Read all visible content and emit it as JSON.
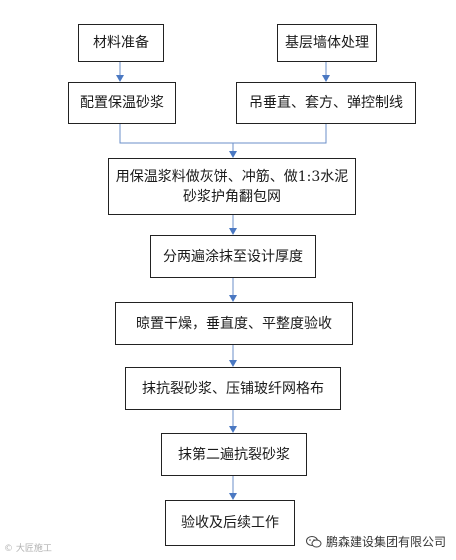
{
  "steps": {
    "material_prep": "材料准备",
    "base_wall": "基层墙体处理",
    "mix_mortar": "配置保温砂浆",
    "plumb_lines": "吊垂直、套方、弹控制线",
    "cakes_line1": "用保温浆料做灰饼、冲筋、做1:3水泥",
    "cakes_line2": "砂浆护角翻包网",
    "apply_layers": "分两遍涂抹至设计厚度",
    "dry_check": "晾置干燥，垂直度、平整度验收",
    "crack_mesh": "抹抗裂砂浆、压铺玻纤网格布",
    "second_coat": "抹第二遍抗裂砂浆",
    "acceptance": "验收及后续工作"
  },
  "watermarks": {
    "left": "© 大匠施工",
    "right": "鹏森建设集团有限公司"
  },
  "colors": {
    "arrow": "#4a78c2",
    "border": "#222222"
  }
}
